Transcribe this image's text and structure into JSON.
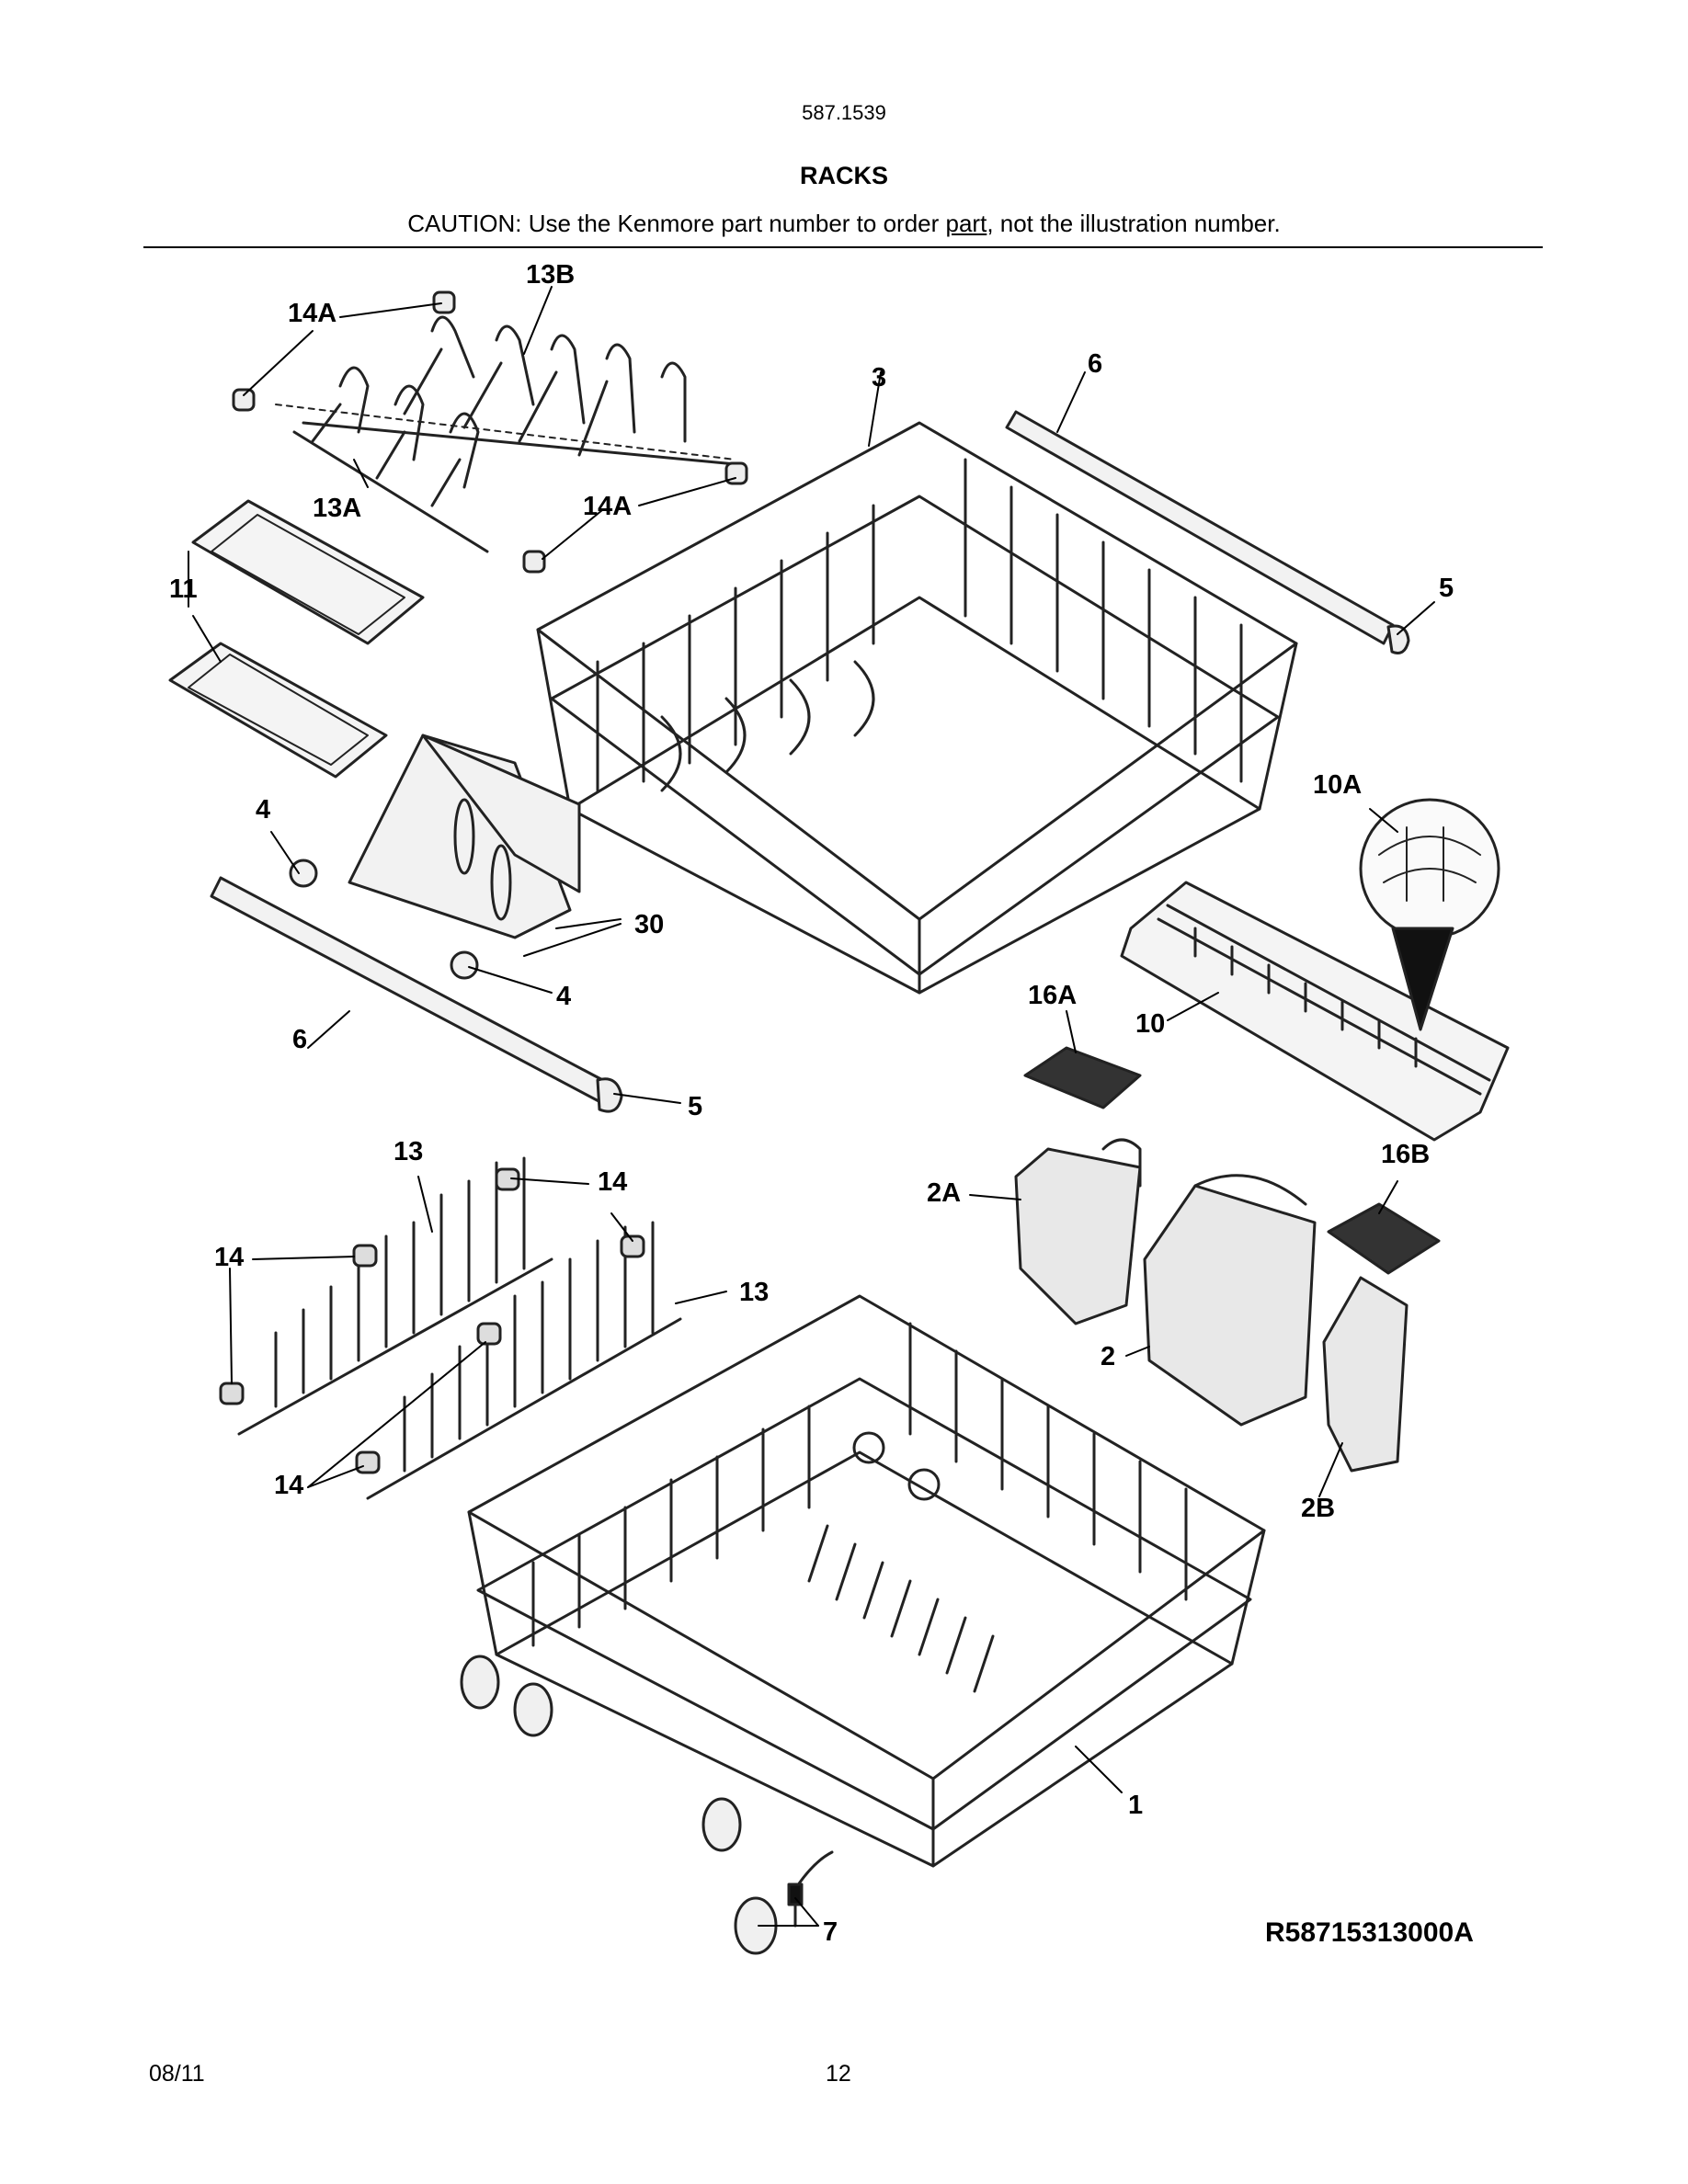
{
  "header": {
    "model": "587.1539",
    "title": "RACKS",
    "caution_before": "CAUTION: Use the Kenmore part number to order ",
    "caution_underlined": "part",
    "caution_after": ", not the illustration number."
  },
  "callouts": {
    "c14a_top": "14A",
    "c13b": "13B",
    "c3": "3",
    "c6_top": "6",
    "c13a": "13A",
    "c14a_mid": "14A",
    "c11": "11",
    "c5_top": "5",
    "c10a": "10A",
    "c4_top": "4",
    "c30": "30",
    "c4_bot": "4",
    "c16a": "16A",
    "c10": "10",
    "c6_bot": "6",
    "c5_bot": "5",
    "c13_top": "13",
    "c14_top": "14",
    "c16b": "16B",
    "c2a": "2A",
    "c14_left": "14",
    "c13_right": "13",
    "c2": "2",
    "c14_bottom": "14",
    "c2b": "2B",
    "c1": "1",
    "c7": "7"
  },
  "reference_number": "R58715313000A",
  "footer": {
    "date": "08/11",
    "page": "12"
  }
}
